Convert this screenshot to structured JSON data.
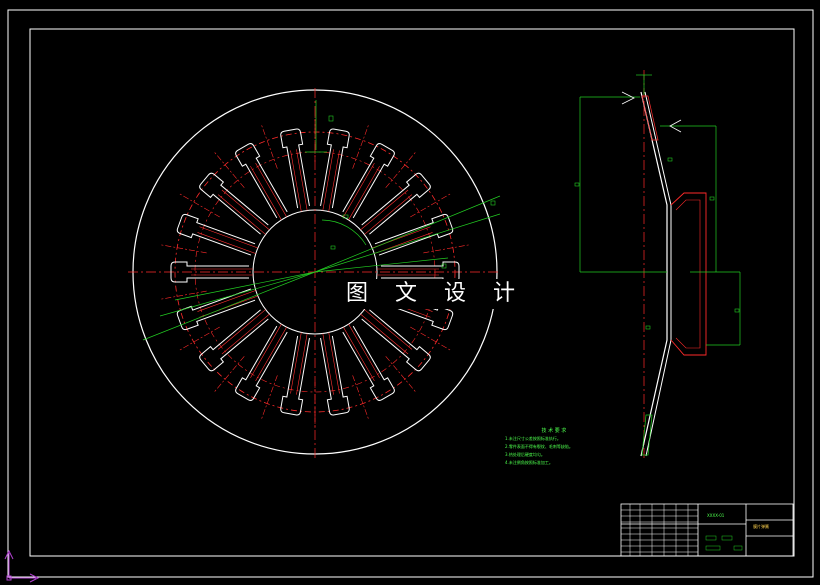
{
  "watermark": "图 文 设 计",
  "notes": {
    "title": "技 术 要 求",
    "lines": [
      "1.未注尺寸公差按照标准执行。",
      "2.零件表面不得有裂纹、毛刺等缺陷。",
      "3.热处理后硬度均匀。",
      "4.未注倒角按照标准加工。"
    ]
  },
  "title_block": {
    "part_name": "膜片弹簧",
    "drawing_code": "XXXX-01"
  },
  "colors": {
    "background": "#000000",
    "outline": "#ffffff",
    "centerline": "#ff2a2a",
    "dimension": "#22cc22",
    "hatch": "#ff3030",
    "axes_icon": "#b040d0"
  }
}
